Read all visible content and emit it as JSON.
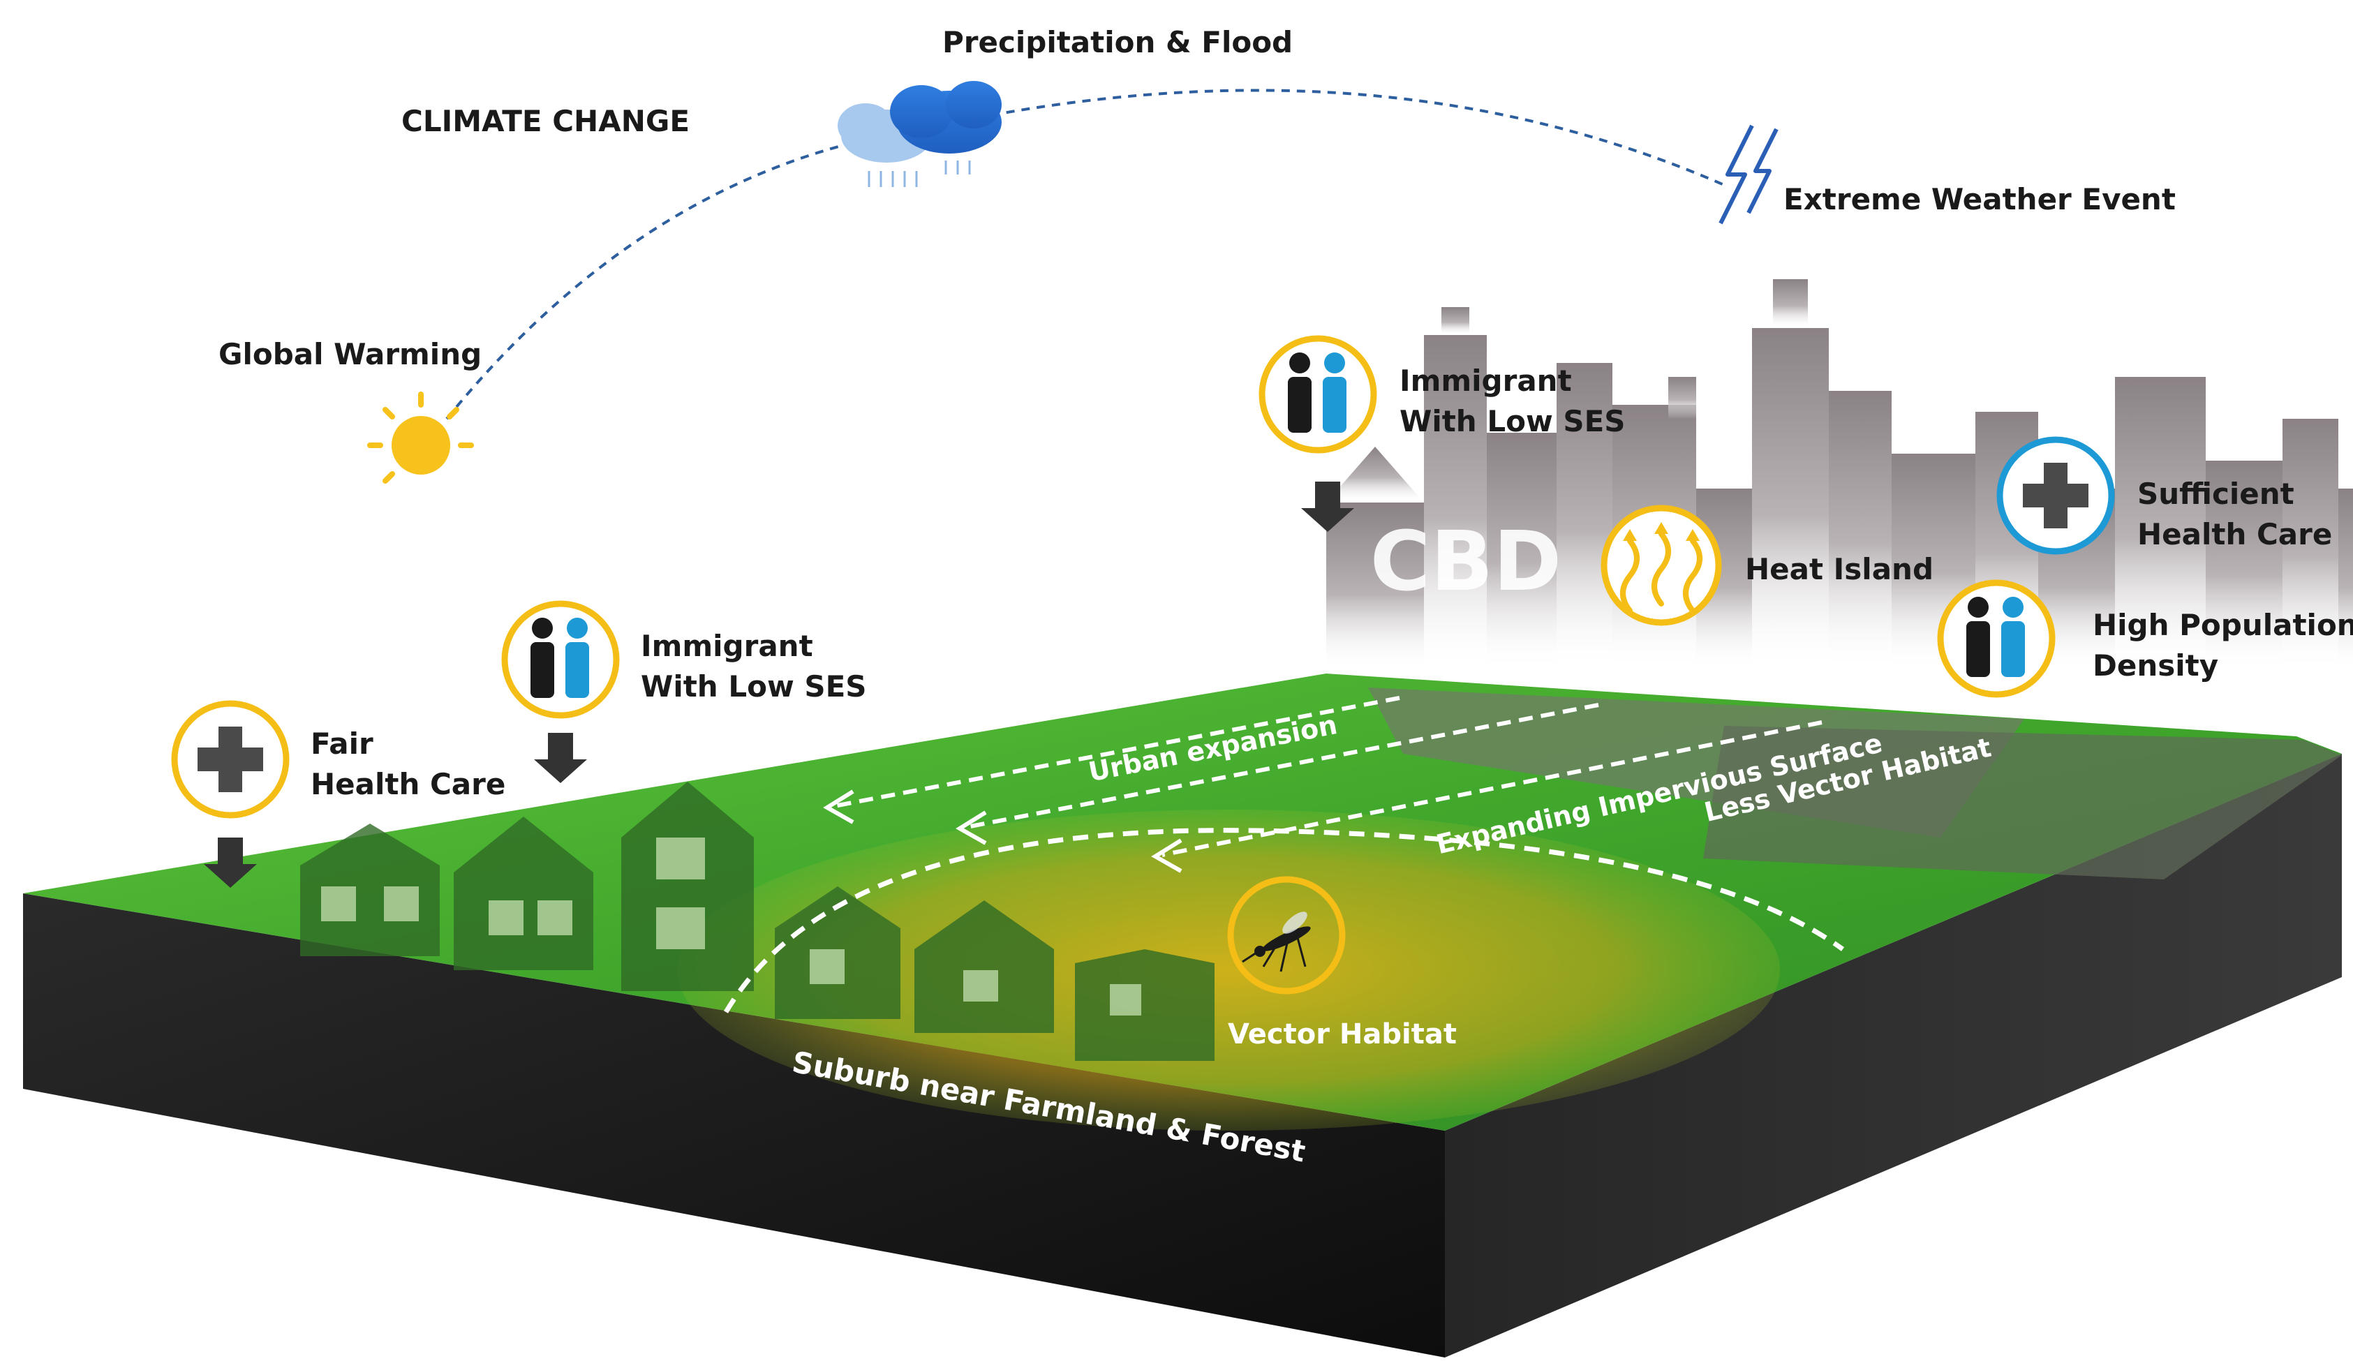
{
  "climate": {
    "heading": "CLIMATE CHANGE",
    "warming_label": "Global Warming",
    "precip_label": "Precipitation & Flood",
    "extreme_label": "Extreme Weather Event"
  },
  "city": {
    "cbd_label": "CBD",
    "immigrant_line1": "Immigrant",
    "immigrant_line2": "With Low SES",
    "heat_label": "Heat Island",
    "health_line1": "Sufficient",
    "health_line2": "Health Care",
    "density_line1": "High Population",
    "density_line2": "Density"
  },
  "suburb": {
    "immigrant_line1": "Immigrant",
    "immigrant_line2": "With Low SES",
    "health_line1": "Fair",
    "health_line2": "Health Care",
    "vector_label": "Vector Habitat",
    "base_label": "Suburb near Farmland & Forest"
  },
  "arrows": {
    "urban_expansion": "Urban expansion",
    "impervious": "Expanding Impervious Surface",
    "less_vector": "Less Vector Habitat"
  },
  "colors": {
    "accent_yellow": "#f5be16",
    "accent_blue": "#1d9ad6",
    "text_dark": "#1a1a1a"
  }
}
